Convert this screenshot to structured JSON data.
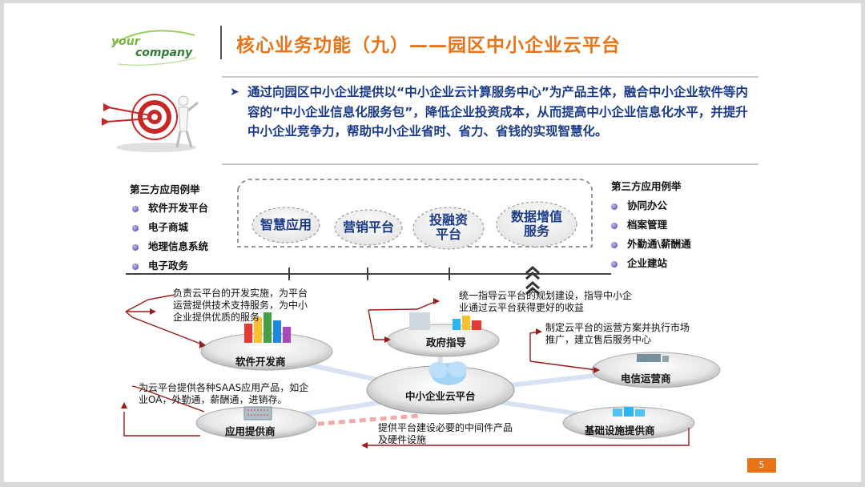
{
  "logo": {
    "line1": "your",
    "line2": "company"
  },
  "title": "核心业务功能（九）——园区中小企业云平台",
  "intro": {
    "arrow": "➤",
    "text": "通过向园区中小企业提供以“中小企业云计算服务中心”为产品主体，融合中小企业软件等内容的“中小企业信息化服务包”，降低企业投资成本，从而提高中小企业信息化水平，并提升中小企业竞争力，帮助中小企业省时、省力、省钱的实现智慧化。"
  },
  "left_apps": {
    "heading": "第三方应用例举",
    "items": [
      "软件开发平台",
      "电子商城",
      "地理信息系统",
      "电子政务"
    ]
  },
  "right_apps": {
    "heading": "第三方应用例举",
    "items": [
      "协同办公",
      "档案管理",
      "外勤通\\薪酬通",
      "企业建站"
    ]
  },
  "platforms": [
    "智慧应用",
    "营销平台",
    "投融资平台",
    "数据增值服务"
  ],
  "platform_lines": {
    "p3": [
      "投融资",
      "平台"
    ],
    "p4": [
      "数据增值",
      "服务"
    ]
  },
  "nodes": {
    "center": "中小企业云平台",
    "software_dev": "软件开发商",
    "gov": "政府指导",
    "telecom": "电信运营商",
    "app_provider": "应用提供商",
    "infra": "基础设施提供商"
  },
  "descriptions": {
    "software_dev": [
      "负责云平台的开发实施，为平台",
      "运营提供技术支持服务，为中小",
      "企业提供优质的服务"
    ],
    "gov": [
      "统一指导云平台的规划建设，指导中小企",
      "业通过云平台获得更好的收益"
    ],
    "telecom": [
      "制定云平台的运营方案并执行市场",
      "推广，建立售后服务中心"
    ],
    "app_provider": [
      "为云平台提供各种SAAS应用产品，如企",
      "业OA，外勤通，薪酬通，进销存。"
    ],
    "infra": [
      "提供平台建设必要的中间件产品",
      "及硬件设施"
    ]
  },
  "page_number": "5",
  "colors": {
    "title": "#e8741a",
    "intro_text": "#1a3a8a",
    "arrow_red": "#b71c1c",
    "page_num_bg": "#e8741a"
  }
}
